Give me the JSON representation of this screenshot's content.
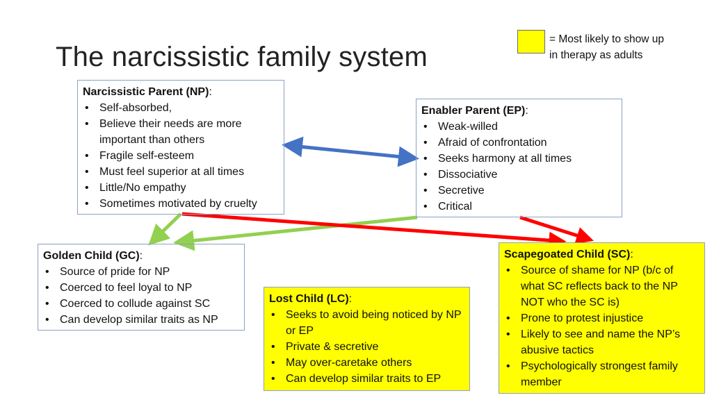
{
  "title": "The narcissistic family system",
  "legend": {
    "swatch_color": "#ffff00",
    "text": "= Most likely to show up in therapy as adults"
  },
  "boxes": {
    "np": {
      "title": "Narcissistic Parent (NP)",
      "items": [
        "Self-absorbed,",
        "Believe their needs are more important than others",
        "Fragile self-esteem",
        "Must feel superior at all times",
        "Little/No empathy",
        "Sometimes motivated by cruelty"
      ]
    },
    "ep": {
      "title": "Enabler Parent (EP)",
      "items": [
        "Weak-willed",
        "Afraid of confrontation",
        "Seeks harmony at all times",
        "Dissociative",
        "Secretive",
        "Critical"
      ]
    },
    "gc": {
      "title": "Golden Child (GC)",
      "items": [
        "Source of pride for NP",
        "Coerced to feel loyal to NP",
        "Coerced to collude against SC",
        "Can develop similar traits as NP"
      ]
    },
    "lc": {
      "title": "Lost Child (LC)",
      "items": [
        "Seeks to avoid being noticed by NP or EP",
        "Private & secretive",
        "May over-caretake others",
        "Can develop similar traits to EP"
      ]
    },
    "sc": {
      "title": "Scapegoated Child (SC)",
      "items": [
        "Source of shame for NP (b/c of what SC reflects back to the NP NOT who the SC is)",
        "Prone to protest injustice",
        "Likely to see and name the NP’s abusive tactics",
        "Psychologically strongest family member"
      ]
    }
  },
  "colors": {
    "blue_arrow": "#4472c4",
    "green_arrow": "#92d050",
    "red_arrow": "#ff0000",
    "highlight": "#ffff00"
  }
}
